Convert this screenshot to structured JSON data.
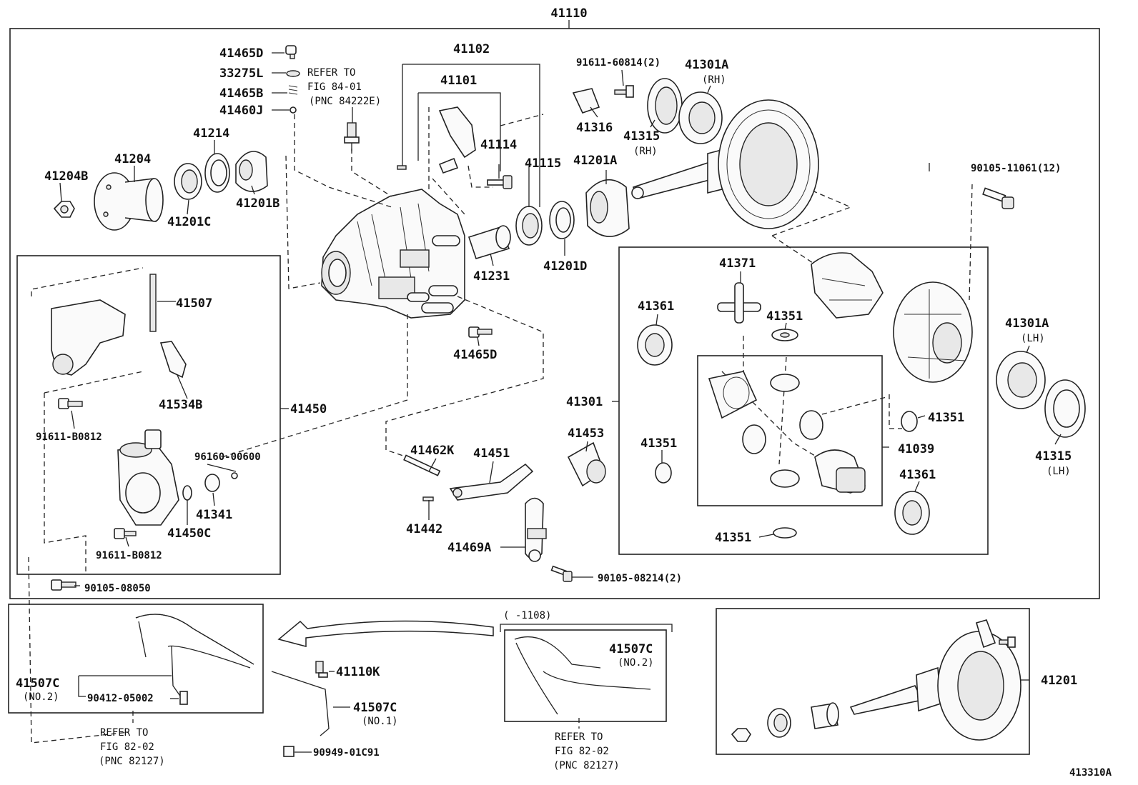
{
  "diagram": {
    "assembly_number": "41110",
    "figure_code": "413310A",
    "part_labels": {
      "p41465D_top": "41465D",
      "p33275L": "33275L",
      "p41465B": "41465B",
      "p41460J": "41460J",
      "p41214": "41214",
      "p41204": "41204",
      "p41204B": "41204B",
      "p41201C": "41201C",
      "p41201B": "41201B",
      "p41102": "41102",
      "p41101": "41101",
      "p41114": "41114",
      "p41115": "41115",
      "p41201A": "41201A",
      "p41231": "41231",
      "p41201D": "41201D",
      "p41465D_mid": "41465D",
      "p91611_60814": "91611-60814(2)",
      "p41301A_rh": "41301A",
      "p41316": "41316",
      "p41315_rh": "41315",
      "p90105_11061": "90105-11061(12)",
      "p41507": "41507",
      "p41534B": "41534B",
      "p41450": "41450",
      "p91611_B0812_a": "91611-B0812",
      "p96160_00600": "96160-00600",
      "p41341": "41341",
      "p41450C": "41450C",
      "p91611_B0812_b": "91611-B0812",
      "p90105_08050": "90105-08050",
      "p41462K": "41462K",
      "p41451": "41451",
      "p41453": "41453",
      "p41442": "41442",
      "p41469A": "41469A",
      "p90105_08214": "90105-08214(2)",
      "p41371": "41371",
      "p41361_a": "41361",
      "p41351_a": "41351",
      "p41301": "41301",
      "p41351_b": "41351",
      "p41351_c": "41351",
      "p41039": "41039",
      "p41361_b": "41361",
      "p41351_d": "41351",
      "p41301A_lh": "41301A",
      "p41315_lh": "41315",
      "p41507C_no2_left": "41507C",
      "p90412_05002": "90412-05002",
      "p41110K": "41110K",
      "p41507C_no1": "41507C",
      "p90949_01C91": "90949-01C91",
      "p41507C_no2_inset": "41507C",
      "p41201": "41201"
    },
    "qualifiers": {
      "rh_a": "(RH)",
      "rh_b": "(RH)",
      "lh_a": "(LH)",
      "lh_b": "(LH)",
      "no2_left": "(NO.2)",
      "no1": "(NO.1)",
      "no2_inset": "(NO.2)"
    },
    "notes": {
      "refer_84_l1": "REFER TO",
      "refer_84_l2": "FIG 84-01",
      "refer_84_l3": "(PNC 84222E)",
      "refer_82a_l1": "REFER TO",
      "refer_82a_l2": "FIG 82-02",
      "refer_82a_l3": "(PNC 82127)",
      "refer_82b_l1": "REFER TO",
      "refer_82b_l2": "FIG 82-02",
      "refer_82b_l3": "(PNC 82127)",
      "inset_range": "(    -1108)"
    }
  }
}
